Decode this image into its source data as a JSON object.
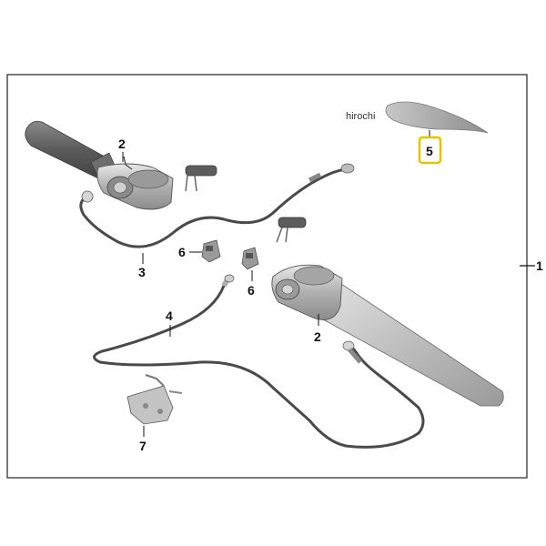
{
  "callouts": {
    "part1": "1",
    "part2_left": "2",
    "part2_right": "2",
    "part3": "3",
    "part4": "4",
    "part5": "5",
    "part6_left": "6",
    "part6_right": "6",
    "part7": "7"
  },
  "watermark": "hirochi",
  "colors": {
    "frame": "#333333",
    "highlight": "#e6c400",
    "grip_dark": "#6e6e6e",
    "metal": "#b5b5b5",
    "cable": "#4a4a4a"
  }
}
